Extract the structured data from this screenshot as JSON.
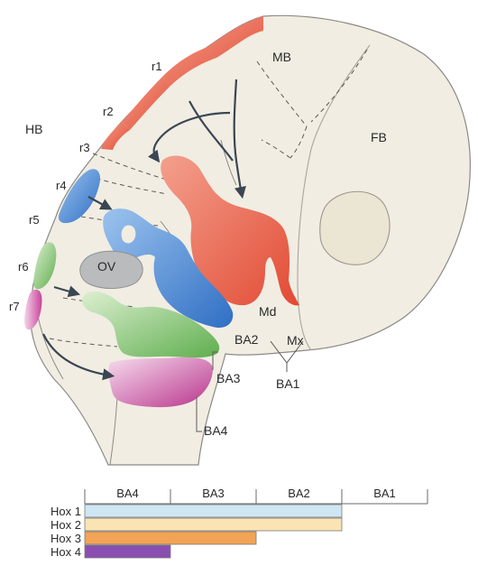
{
  "diagram": {
    "region_labels": {
      "mb": "MB",
      "fb": "FB",
      "hb": "HB",
      "ov": "OV",
      "md": "Md",
      "mx": "Mx"
    },
    "rhombomeres": [
      "r1",
      "r2",
      "r3",
      "r4",
      "r5",
      "r6",
      "r7"
    ],
    "arches": {
      "ba1": "BA1",
      "ba2": "BA2",
      "ba3": "BA3",
      "ba4": "BA4"
    },
    "colors": {
      "embryo": "#f1ede3",
      "outline": "#8c8a85",
      "red": "#e85a44",
      "blue": "#3f7fd1",
      "green": "#7fc46e",
      "magenta": "#c8439b",
      "grey": "#b9bbbd",
      "arrow": "#3a4652"
    }
  },
  "chart_data": {
    "type": "table",
    "columns": [
      "BA4",
      "BA3",
      "BA2",
      "BA1"
    ],
    "rows": [
      {
        "label": "Hox 1",
        "extent": [
          "BA4",
          "BA3",
          "BA2"
        ],
        "color": "#cfe6f3"
      },
      {
        "label": "Hox 2",
        "extent": [
          "BA4",
          "BA3",
          "BA2"
        ],
        "color": "#fbe3b4"
      },
      {
        "label": "Hox 3",
        "extent": [
          "BA4",
          "BA3"
        ],
        "color": "#f2a356"
      },
      {
        "label": "Hox 4",
        "extent": [
          "BA4"
        ],
        "color": "#8a4fb0"
      }
    ]
  }
}
